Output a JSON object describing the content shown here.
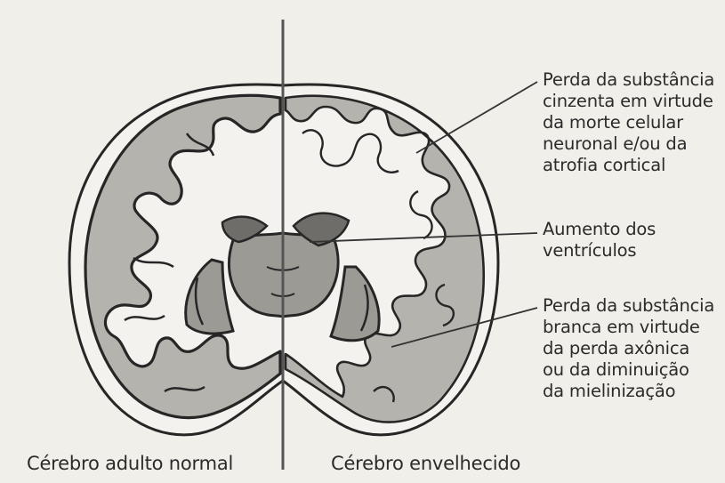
{
  "annotations": {
    "gray_matter_loss": [
      "Perda da substância",
      "cinzenta em virtude",
      "da morte celular",
      "neuronal e/ou da",
      "atrofia cortical"
    ],
    "ventricle_enlargement": [
      "Aumento dos",
      "ventrículos"
    ],
    "white_matter_loss": [
      "Perda da substância",
      "branca em virtude",
      "da perda axônica",
      "ou da diminuição",
      "da mielinização"
    ]
  },
  "captions": {
    "left": "Cérebro adulto normal",
    "right": "Cérebro envelhecido"
  },
  "colors": {
    "background": "#f1efe9",
    "outline": "#262626",
    "white_matter": "#f3f2ee",
    "gray_matter": "#b5b3ad",
    "deep_nuclei": "#9c9a95",
    "ventricle": "#6e6d69"
  }
}
